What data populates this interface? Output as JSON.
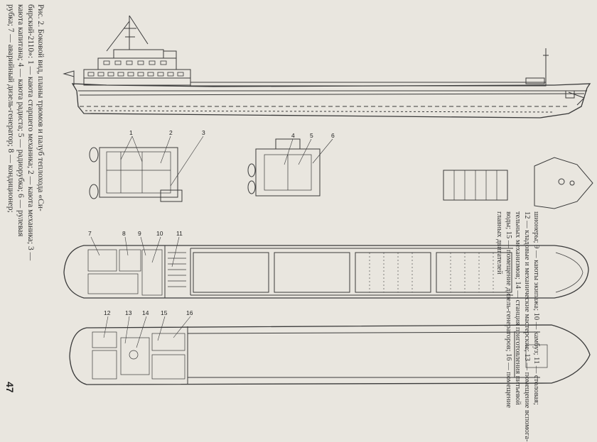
{
  "caption": {
    "lines": [
      "Рис. 2. Боковой вид, планы трюмов и палуб теплохода «Си-",
      "бирский-2110»: 1 — каюта старшего механика; 2 — каюта механика; 3 —",
      "каюта капитана; 4 — каюта радиста; 5 — радиорубка; 6 — рулевая",
      "рубка; 7 — аварийный дизель-генератор; 8 — кондиционер;"
    ],
    "continuation": [
      "шионеры; 9 — каюты экипажа; 10 — камбуз; 11 — столовая;",
      "12 — кладовые и механические мастерские; 13 — помещение вспомога-",
      "тельных механизмов; 14 — станция приготовления питьевой",
      "воды; 15 — помещение дизель-генераторов; 16 — помещение",
      "главных двигателей"
    ]
  },
  "page_number": "47",
  "labels": {
    "l1": "1",
    "l2": "2",
    "l3": "3",
    "l4": "4",
    "l5": "5",
    "l6": "6",
    "l7": "7",
    "l8": "8",
    "l9": "9",
    "l10": "10",
    "l11": "11",
    "l12": "12",
    "l13": "13",
    "l14": "14",
    "l15": "15",
    "l16": "16"
  }
}
